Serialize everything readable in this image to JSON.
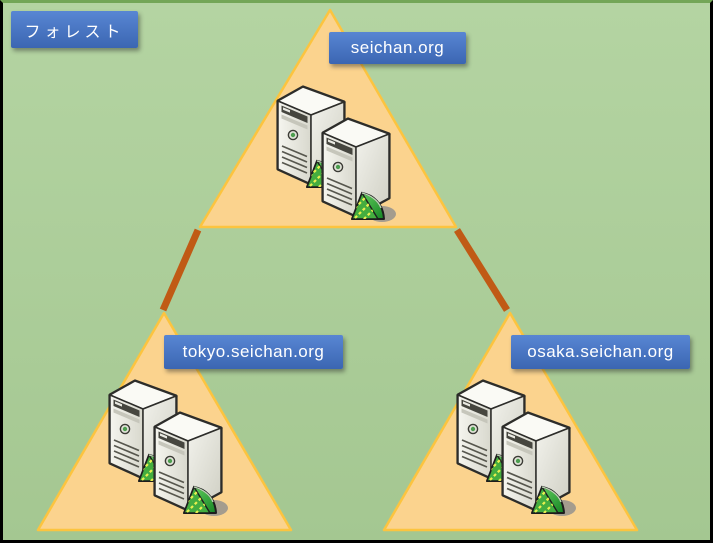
{
  "diagram": {
    "type": "active-directory-forest-diagram",
    "forest_label": "フォレスト",
    "domains": [
      {
        "name": "seichan.org",
        "role": "forest-root-domain",
        "servers": 2
      },
      {
        "name": "tokyo.seichan.org",
        "role": "child-domain",
        "servers": 2
      },
      {
        "name": "osaka.seichan.org",
        "role": "child-domain",
        "servers": 2
      }
    ],
    "trust_links": [
      {
        "from": "seichan.org",
        "to": "tokyo.seichan.org"
      },
      {
        "from": "seichan.org",
        "to": "osaka.seichan.org"
      }
    ],
    "colors": {
      "background": "#abcd99",
      "triangle_fill": "#fbd38e",
      "triangle_border": "#fcc43f",
      "trust_link": "#c05a15",
      "label_background": "#4472c4",
      "label_text": "#ffffff",
      "frame_border": "#000000"
    }
  }
}
